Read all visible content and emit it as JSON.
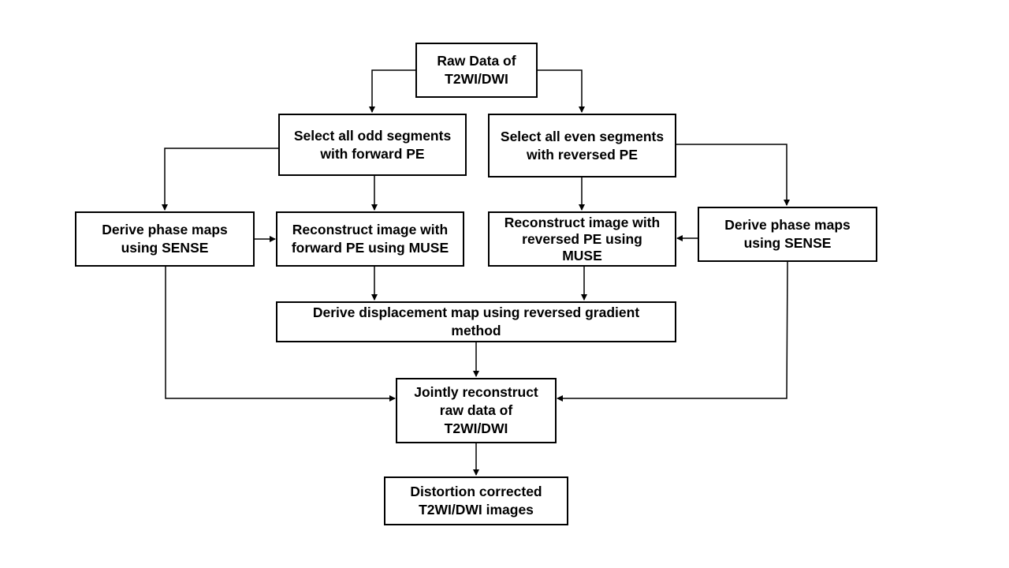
{
  "diagram": {
    "nodes": {
      "raw_data": {
        "lines": [
          "Raw Data of",
          "T2WI/DWI"
        ]
      },
      "select_odd": {
        "lines": [
          "Select all odd segments",
          "with forward PE"
        ]
      },
      "select_even": {
        "lines": [
          "Select all even segments",
          "with reversed PE"
        ]
      },
      "phase_left": {
        "lines": [
          "Derive phase maps",
          "using SENSE"
        ]
      },
      "recon_forward": {
        "lines": [
          "Reconstruct image with",
          "forward PE using MUSE"
        ]
      },
      "recon_reversed": {
        "lines": [
          "Reconstruct image with",
          "reversed PE using",
          "MUSE"
        ]
      },
      "phase_right": {
        "lines": [
          "Derive phase maps",
          "using SENSE"
        ]
      },
      "displacement": {
        "lines": [
          "Derive displacement map using reversed gradient",
          "method"
        ]
      },
      "joint_recon": {
        "lines": [
          "Jointly reconstruct",
          "raw data of",
          "T2WI/DWI"
        ]
      },
      "corrected": {
        "lines": [
          "Distortion corrected",
          "T2WI/DWI images"
        ]
      }
    }
  }
}
